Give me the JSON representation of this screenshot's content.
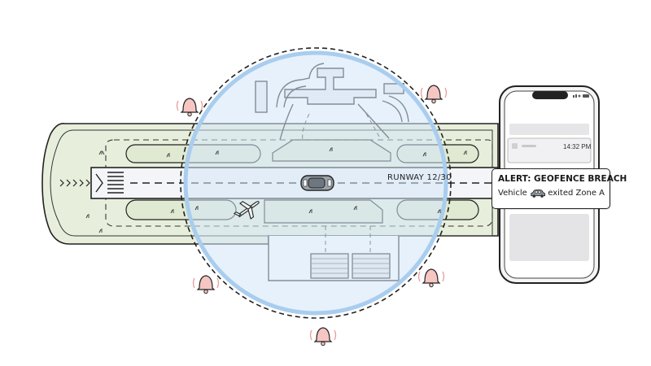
{
  "runway": {
    "label": "RUNWAY 12/30"
  },
  "phone": {
    "notification_time": "14:32 PM"
  },
  "alert": {
    "title": "ALERT: GEOFENCE BREACH",
    "message_prefix": "Vehicle",
    "message_suffix": "exited Zone A",
    "vehicle_icon": "car-icon"
  },
  "icons": {
    "alarm": "bell-icon",
    "vehicle": "car-icon",
    "aircraft": "airplane-icon"
  },
  "colors": {
    "geofence_fill": "#dbeaf8",
    "geofence_ring": "#a9cdee",
    "grass": "#e4ecd6",
    "bell": "#f6c6c2",
    "bell_waves": "#e79c97"
  }
}
